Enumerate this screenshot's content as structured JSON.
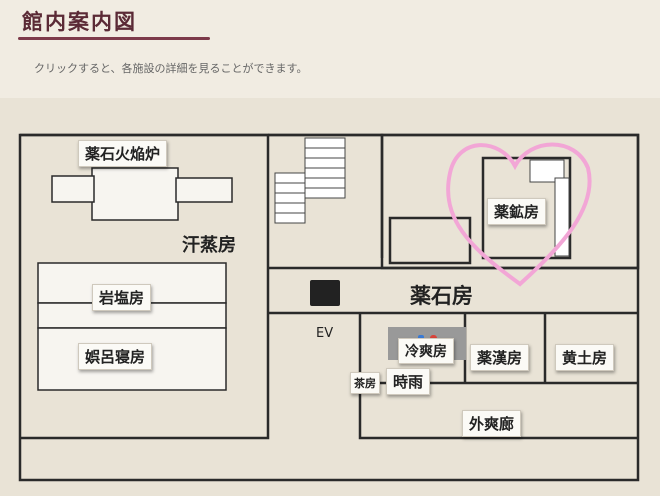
{
  "header": {
    "title": "館内案内図",
    "subtitle": "クリックすると、各施設の詳細を見ることができます。"
  },
  "map": {
    "ev_label": "EV",
    "rooms": [
      {
        "id": "yakuseki-kaenro",
        "label": "薬石火焔炉"
      },
      {
        "id": "kansenbo",
        "label": "汗蒸房"
      },
      {
        "id": "ganenbo",
        "label": "岩塩房"
      },
      {
        "id": "gorakushinbo",
        "label": "娯呂寝房"
      },
      {
        "id": "yakuseki-bo",
        "label": "薬石房"
      },
      {
        "id": "yakukobo",
        "label": "薬鉱房"
      },
      {
        "id": "reisobo",
        "label": "冷爽房"
      },
      {
        "id": "yakukanbo",
        "label": "薬漢房"
      },
      {
        "id": "odobo",
        "label": "黄土房"
      },
      {
        "id": "saboujiu-prefix",
        "label": "茶房"
      },
      {
        "id": "saboujiu",
        "label": "時雨"
      },
      {
        "id": "gaisorou",
        "label": "外爽廊"
      }
    ]
  },
  "colors": {
    "accent": "#7d3a4a",
    "heart": "#f2a6d6",
    "wc_blue": "#3a7bd5",
    "wc_red": "#d9443a"
  }
}
